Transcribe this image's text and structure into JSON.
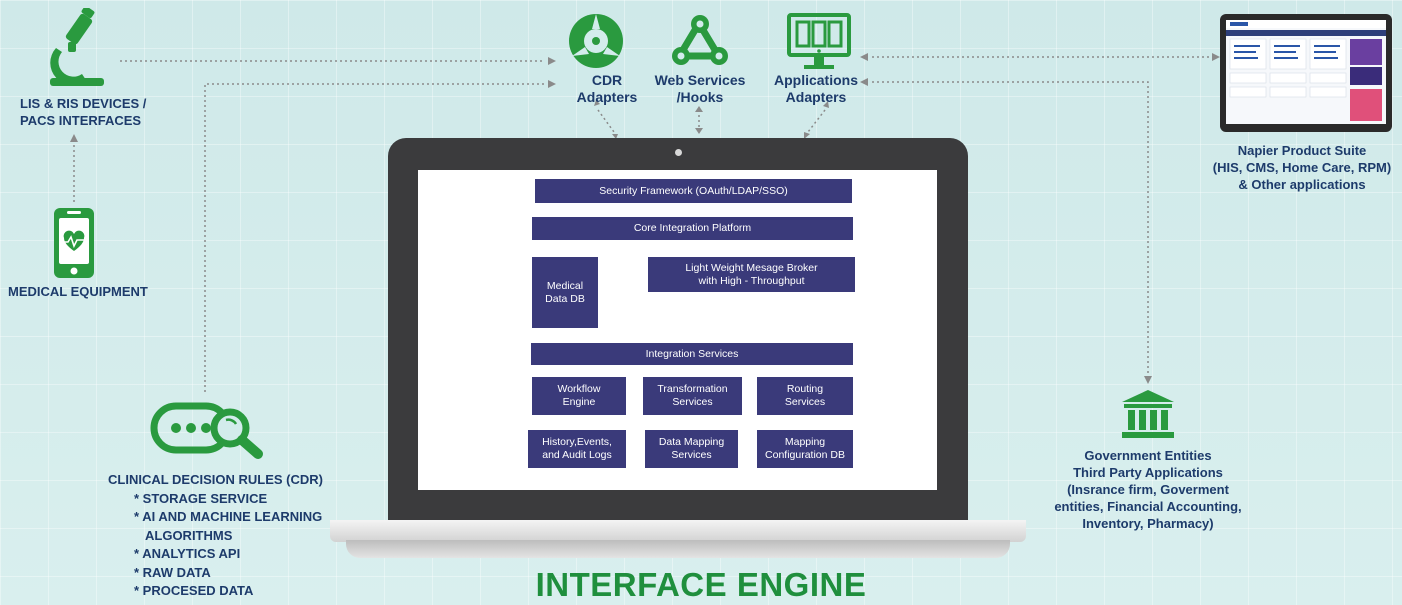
{
  "title": "INTERFACE ENGINE",
  "top_nodes": {
    "cdr_adapters": [
      "CDR",
      "Adapters"
    ],
    "web_services": [
      "Web Services",
      "/Hooks"
    ],
    "applications_adapters": [
      "Applications",
      "Adapters"
    ]
  },
  "left_nodes": {
    "lis_ris": [
      "LIS & RIS DEVICES /",
      "PACS INTERFACES"
    ],
    "medical_equipment": "MEDICAL EQUIPMENT",
    "cdr_title": "CLINICAL DECISION RULES (CDR)",
    "cdr_items": [
      "* STORAGE SERVICE",
      "* AI AND MACHINE LEARNING",
      "ALGORITHMS",
      "* ANALYTICS API",
      "* RAW DATA",
      "* PROCESED DATA"
    ]
  },
  "right_nodes": {
    "napier_suite": [
      "Napier Product Suite",
      "(HIS, CMS, Home Care, RPM)",
      "& Other applications"
    ],
    "government": [
      "Government Entities",
      "Third Party Applications",
      "(Insrance firm, Goverment",
      "entities, Financial Accounting,",
      "Inventory, Pharmacy)"
    ]
  },
  "engine_boxes": {
    "security": "Security Framework (OAuth/LDAP/SSO)",
    "core": "Core Integration Platform",
    "medical_db": [
      "Medical",
      "Data DB"
    ],
    "broker": [
      "Light Weight Mesage Broker",
      "with High - Throughput"
    ],
    "integration": "Integration Services",
    "workflow": [
      "Workflow",
      "Engine"
    ],
    "transformation": [
      "Transformation",
      "Services"
    ],
    "routing": [
      "Routing",
      "Services"
    ],
    "history": [
      "History,Events,",
      "and Audit Logs"
    ],
    "data_mapping": [
      "Data Mapping",
      "Services"
    ],
    "mapping_config": [
      "Mapping",
      "Configuration DB"
    ]
  },
  "colors": {
    "green": "#2a9a3f",
    "navy_text": "#1d3b6b",
    "box_fill": "#3a3a7a",
    "laptop": "#3b3b3d",
    "title": "#1f8f3d"
  },
  "icons": [
    "microscope-icon",
    "medical-device-icon",
    "cdr-search-icon",
    "vinyl-record-icon",
    "webhook-icon",
    "desktop-monitor-icon",
    "laptop-screenshot-icon",
    "government-building-icon"
  ]
}
